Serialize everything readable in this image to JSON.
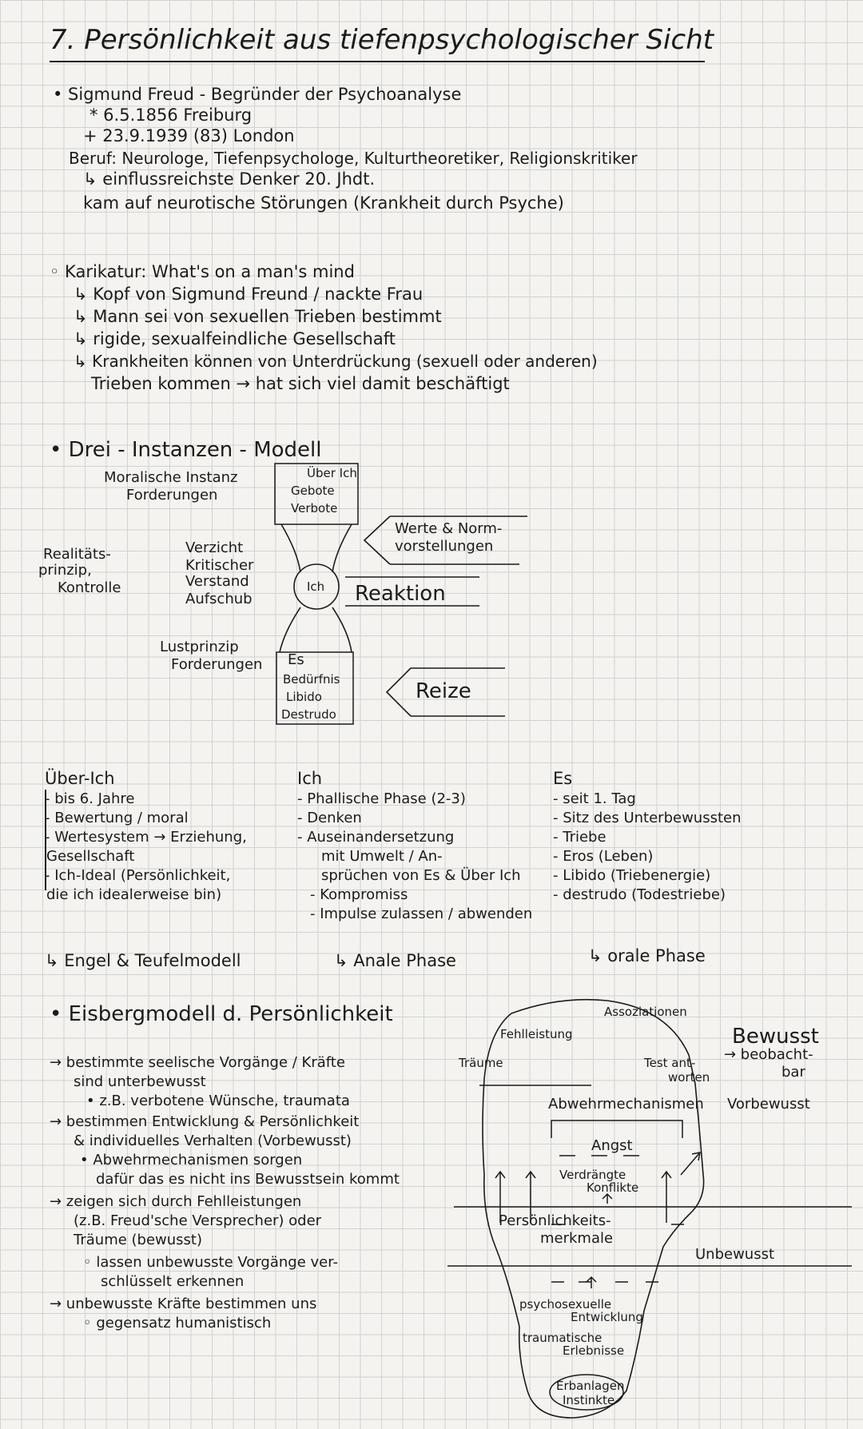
{
  "title": "7. Persönlichkeit aus tiefenpsychologischer Sicht",
  "freud": {
    "l1": "• Sigmund Freud - Begründer der Psychoanalyse",
    "l2": "* 6.5.1856 Freiburg",
    "l3": "+ 23.9.1939 (83) London",
    "l4": "Beruf: Neurologe, Tiefenpsychologe, Kulturtheoretiker, Religionskritiker",
    "l5": "↳ einflussreichste Denker 20. Jhdt.",
    "l6": "kam auf neurotische Störungen (Krankheit durch Psyche)"
  },
  "karikatur": {
    "l1": "◦ Karikatur: What's on a man's mind",
    "l2": "↳ Kopf von Sigmund Freund / nackte Frau",
    "l3": "↳ Mann sei von sexuellen Trieben bestimmt",
    "l4": "↳ rigide, sexualfeindliche Gesellschaft",
    "l5": "↳ Krankheiten können von Unterdrückung (sexuell oder anderen)",
    "l6": "Trieben kommen → hat sich viel damit beschäftigt"
  },
  "model": {
    "heading": "• Drei - Instanzen - Modell",
    "moral1": "Moralische Instanz",
    "moral2": "Forderungen",
    "ueber1": "Über Ich",
    "ueber2": "Gebote",
    "ueber3": "Verbote",
    "werte1": "Werte & Norm-",
    "werte2": "vorstellungen",
    "real1": "Realitäts-",
    "real2": "prinzip,",
    "real3": "Kontrolle",
    "verz1": "Verzicht",
    "verz2": "Kritischer",
    "verz3": "Verstand",
    "verz4": "Aufschub",
    "ich": "Ich",
    "reaktion": "Reaktion",
    "lust1": "Lustprinzip",
    "lust2": "Forderungen",
    "es1": "Es",
    "es2": "Bedürfnis",
    "es3": "Libido",
    "es4": "Destrudo",
    "reize": "Reize"
  },
  "columns": {
    "ueberich": {
      "head": "Über-Ich",
      "lines": [
        "- bis 6. Jahre",
        "- Bewertung / moral",
        "- Wertesystem → Erziehung,",
        "Gesellschaft",
        "- Ich-Ideal (Persönlichkeit,",
        "die ich idealerweise bin)"
      ],
      "foot": "↳ Engel & Teufelmodell"
    },
    "ich": {
      "head": "Ich",
      "lines": [
        "- Phallische Phase (2-3)",
        "- Denken",
        "- Auseinandersetzung",
        "mit Umwelt / An-",
        "sprüchen von Es & Über Ich",
        "- Kompromiss",
        "- Impulse zulassen / abwenden"
      ],
      "foot": "↳ Anale Phase"
    },
    "es": {
      "head": "Es",
      "lines": [
        "- seit 1. Tag",
        "- Sitz des Unterbewussten",
        "- Triebe",
        "- Eros (Leben)",
        "- Libido (Triebenergie)",
        "- destrudo (Todestriebe)"
      ],
      "foot": "↳ orale Phase"
    }
  },
  "eisberg": {
    "heading": "• Eisbergmodell d. Persönlichkeit",
    "l1": "→ bestimmte seelische Vorgänge / Kräfte",
    "l2": "sind unterbewusst",
    "l3": "• z.B. verbotene Wünsche, traumata",
    "l4": "→ bestimmen Entwicklung & Persönlichkeit",
    "l5": "& individuelles Verhalten (Vorbewusst)",
    "l6": "• Abwehrmechanismen sorgen",
    "l7": "dafür das es nicht ins Bewusstsein kommt",
    "l8": "→ zeigen sich durch Fehlleistungen",
    "l9": "(z.B. Freud'sche Versprecher) oder",
    "l10": "Träume (bewusst)",
    "l11": "◦ lassen unbewusste Vorgänge ver-",
    "l12": "schlüsselt erkennen",
    "l13": "→ unbewusste Kräfte bestimmen uns",
    "l14": "◦ gegensatz humanistisch"
  },
  "diagram": {
    "fehlleistung": "Fehlleistung",
    "assoziationen": "Assoziationen",
    "traeume": "Träume",
    "testant1": "Test ant-",
    "testant2": "worten",
    "bewusst1": "Bewusst",
    "bewusst2": "→ beobacht-",
    "bewusst3": "bar",
    "abwehr": "Abwehrmechanismen",
    "vorbewusst": "Vorbewusst",
    "angst": "Angst",
    "verdraengt1": "Verdrängte",
    "verdraengt2": "Konflikte",
    "pers1": "Persönlichkeits-",
    "pers2": "merkmale",
    "unbewusst": "Unbewusst",
    "psycho1": "psychosexuelle",
    "psycho2": "Entwicklung",
    "trauma1": "traumatische",
    "trauma2": "Erlebnisse",
    "erb1": "Erbanlagen",
    "erb2": "Instinkte"
  }
}
